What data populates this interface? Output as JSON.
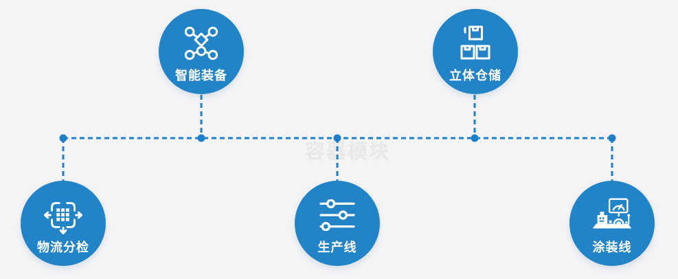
{
  "watermark": {
    "text": "容器模块"
  },
  "colors": {
    "background": "#f4f4f6",
    "node_fill": "#2383c7",
    "connector": "#1f7ec8",
    "label_text": "#ffffff",
    "watermark_text": "#e8e8eb"
  },
  "nodes": [
    {
      "id": "smart-equipment",
      "label": "智能装备",
      "icon": "network-nodes-icon",
      "position": "top-left"
    },
    {
      "id": "stereoscopic-warehouse",
      "label": "立体仓储",
      "icon": "stacked-boxes-icon",
      "position": "top-right"
    },
    {
      "id": "logistics-sorting",
      "label": "物流分检",
      "icon": "sorting-arrows-icon",
      "position": "bottom-left"
    },
    {
      "id": "production-line",
      "label": "生产线",
      "icon": "sliders-icon",
      "position": "bottom-center"
    },
    {
      "id": "painting-line",
      "label": "涂装线",
      "icon": "control-console-icon",
      "position": "bottom-right"
    }
  ]
}
